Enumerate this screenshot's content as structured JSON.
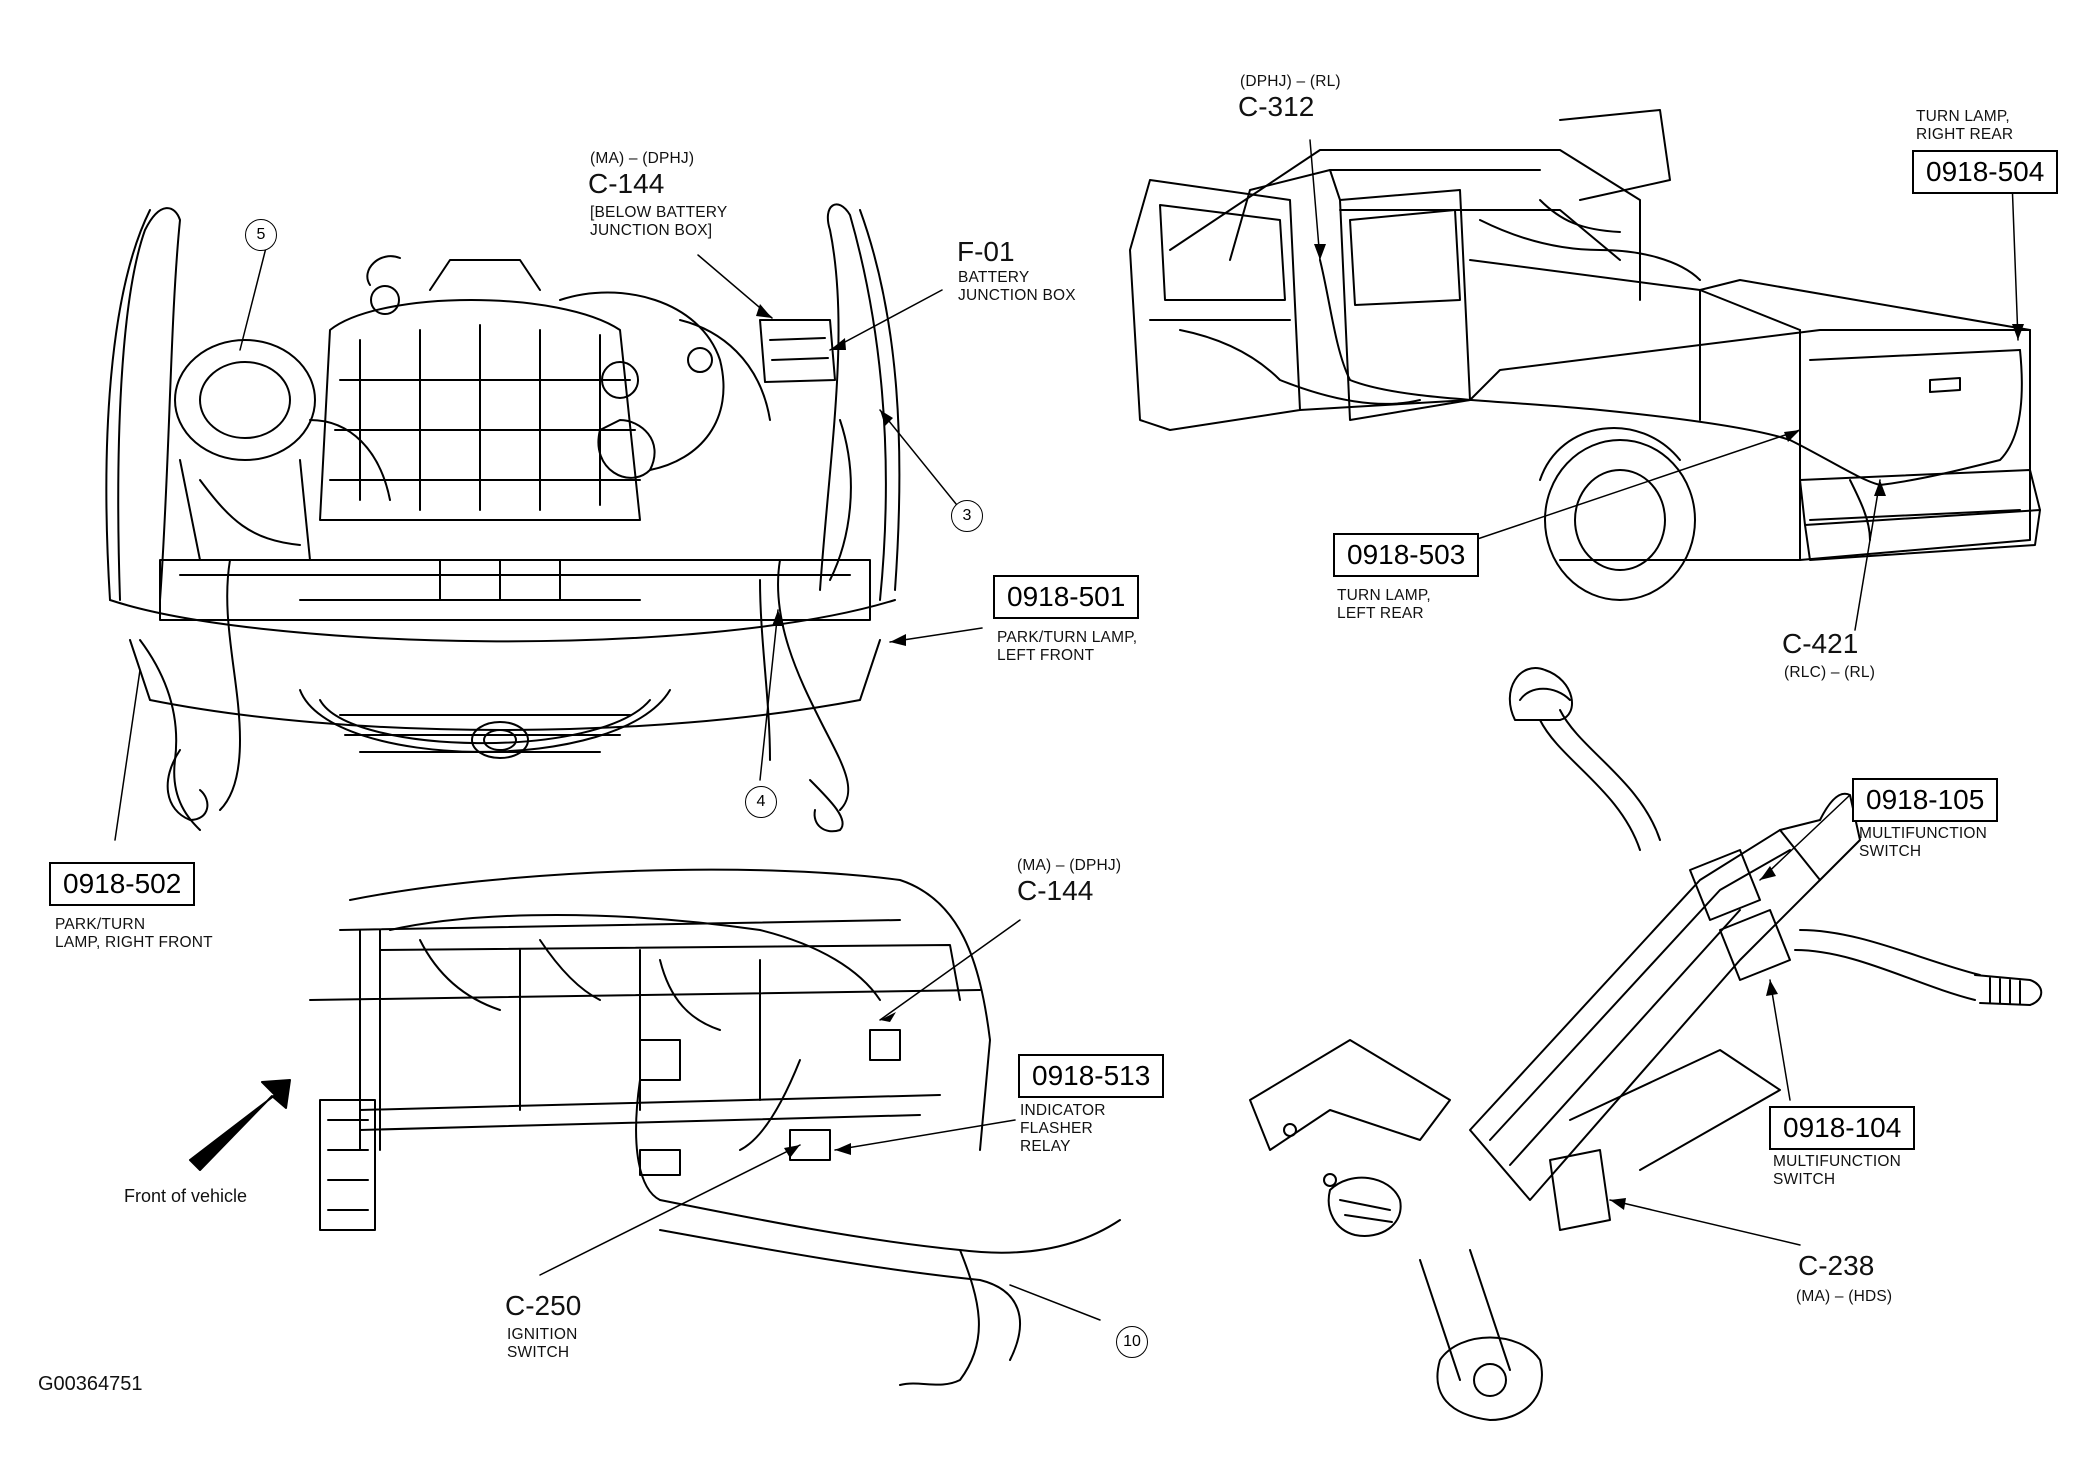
{
  "figure_id": "G00364751",
  "front_of_vehicle": "Front of vehicle",
  "callouts": {
    "engine_c144_variant": "(MA) – (DPHJ)",
    "engine_c144_code": "C-144",
    "engine_c144_line1": "[BELOW BATTERY",
    "engine_c144_line2": "JUNCTION BOX]",
    "f01_code": "F-01",
    "f01_line1": "BATTERY",
    "f01_line2": "JUNCTION BOX",
    "c501_code": "0918-501",
    "c501_line1": "PARK/TURN LAMP,",
    "c501_line2": "LEFT FRONT",
    "c502_code": "0918-502",
    "c502_line1": "PARK/TURN",
    "c502_line2": "LAMP, RIGHT FRONT",
    "c312_variant": "(DPHJ) – (RL)",
    "c312_code": "C-312",
    "c504_line1": "TURN LAMP,",
    "c504_line2": "RIGHT REAR",
    "c504_code": "0918-504",
    "c503_code": "0918-503",
    "c503_line1": "TURN LAMP,",
    "c503_line2": "LEFT REAR",
    "c421_code": "C-421",
    "c421_variant": "(RLC) – (RL)",
    "dash_c144_variant": "(MA) – (DPHJ)",
    "dash_c144_code": "C-144",
    "c513_code": "0918-513",
    "c513_line1": "INDICATOR",
    "c513_line2": "FLASHER",
    "c513_line3": "RELAY",
    "c250_code": "C-250",
    "c250_line1": "IGNITION",
    "c250_line2": "SWITCH",
    "c105_code": "0918-105",
    "c105_line1": "MULTIFUNCTION",
    "c105_line2": "SWITCH",
    "c104_code": "0918-104",
    "c104_line1": "MULTIFUNCTION",
    "c104_line2": "SWITCH",
    "c238_code": "C-238",
    "c238_variant": "(MA) – (HDS)"
  },
  "circles": [
    "5",
    "3",
    "4",
    "10"
  ]
}
